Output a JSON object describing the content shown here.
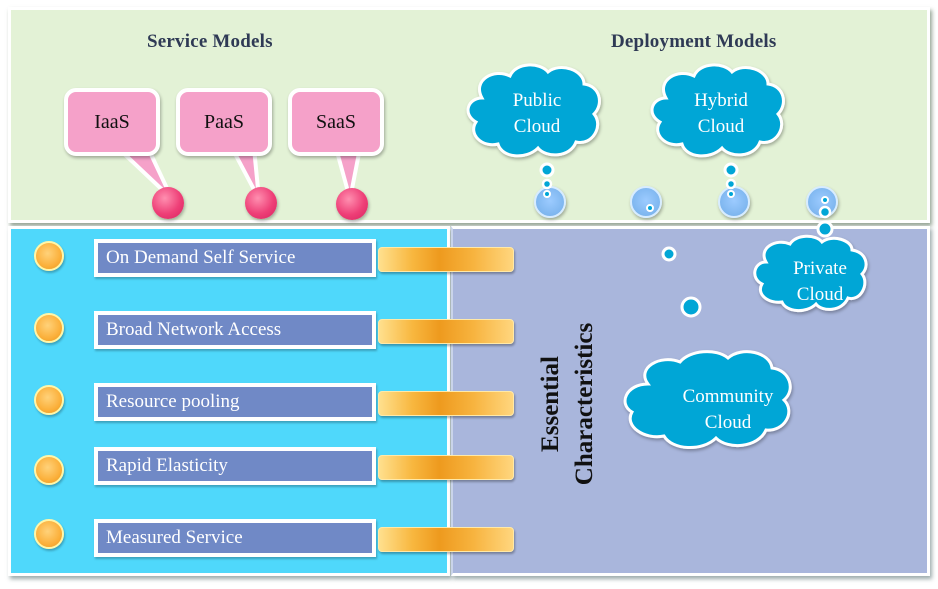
{
  "service_models": {
    "title": "Service Models",
    "items": [
      {
        "label": "IaaS"
      },
      {
        "label": "PaaS"
      },
      {
        "label": "SaaS"
      }
    ]
  },
  "deployment_models": {
    "title": "Deployment Models",
    "clouds": [
      {
        "line1": "Public",
        "line2": "Cloud"
      },
      {
        "line1": "Hybrid",
        "line2": "Cloud"
      },
      {
        "line1": "Private",
        "line2": "Cloud"
      },
      {
        "line1": "Community",
        "line2": "Cloud"
      }
    ]
  },
  "essential_characteristics": {
    "title_line1": "Essential",
    "title_line2": "Characteristics",
    "items": [
      {
        "label": "On Demand Self Service"
      },
      {
        "label": "Broad Network Access"
      },
      {
        "label": "Resource pooling"
      },
      {
        "label": "Rapid Elasticity"
      },
      {
        "label": "Measured Service"
      }
    ]
  },
  "colors": {
    "top_panel": "#e3f2d6",
    "left_panel": "#4fd8fb",
    "right_panel": "#a9b6dc",
    "characteristic_box": "#7089c6",
    "bubble": "#f5a1c9",
    "cloud": "#00a6d6",
    "bar": "#f8b73f"
  }
}
